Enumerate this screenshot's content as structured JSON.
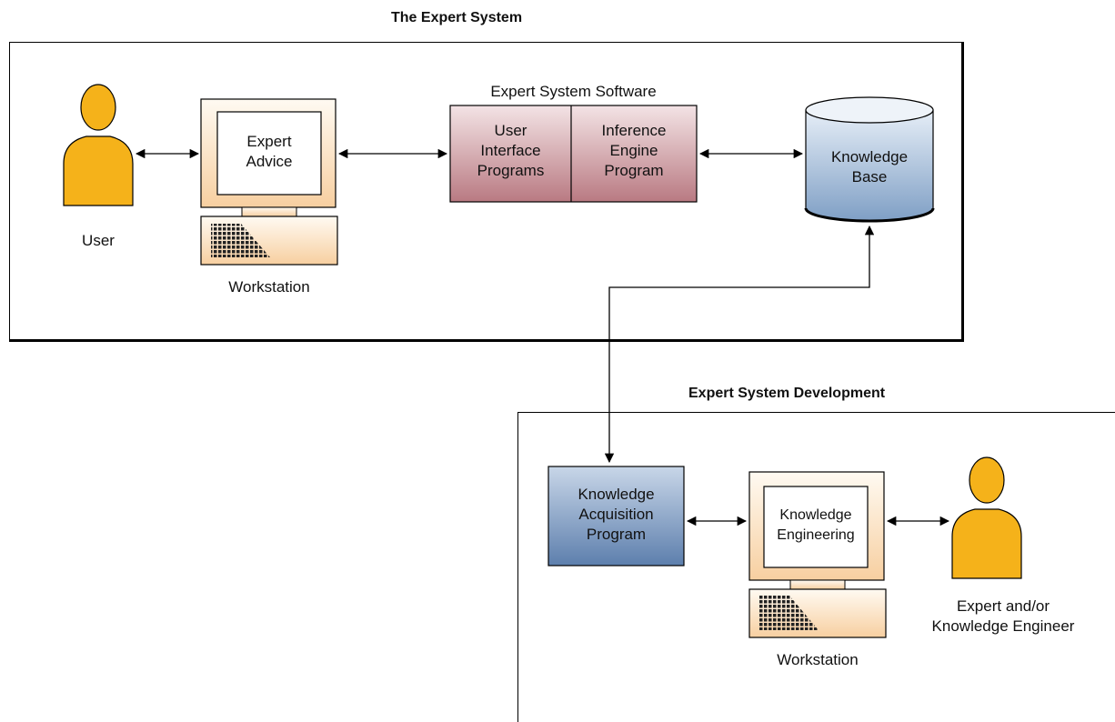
{
  "top_section": {
    "title": "The Expert System"
  },
  "bottom_section": {
    "title": "Expert System Development"
  },
  "user": {
    "label": "User"
  },
  "workstation_top": {
    "screen_line1": "Expert",
    "screen_line2": "Advice",
    "label": "Workstation"
  },
  "software": {
    "title": "Expert System Software",
    "ui_line1": "User",
    "ui_line2": "Interface",
    "ui_line3": "Programs",
    "ie_line1": "Inference",
    "ie_line2": "Engine",
    "ie_line3": "Program"
  },
  "knowledge_base": {
    "line1": "Knowledge",
    "line2": "Base"
  },
  "acquisition": {
    "line1": "Knowledge",
    "line2": "Acquisition",
    "line3": "Program"
  },
  "workstation_bottom": {
    "screen_line1": "Knowledge",
    "screen_line2": "Engineering",
    "label": "Workstation"
  },
  "expert": {
    "line1": "Expert and/or",
    "line2": "Knowledge Engineer"
  },
  "colors": {
    "person": "#f5b21a",
    "workstation": "#fbe3c6",
    "software": "#c48b92",
    "database": "#9fb8d4",
    "acquisition": "#7f9fc5"
  }
}
